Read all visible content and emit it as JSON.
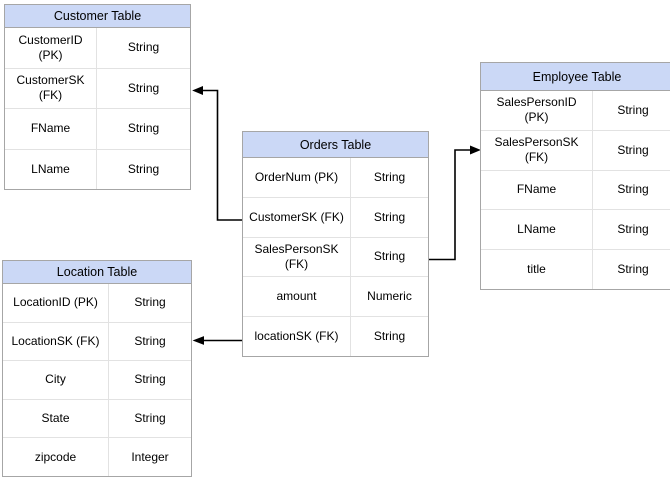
{
  "diagram": {
    "background": "#ffffff",
    "colors": {
      "header_fill": "#cbd8f6",
      "table_border": "#a6a6a6",
      "grid_line": "#e2e2e2",
      "connector": "#000000",
      "text": "#000000"
    },
    "tables": [
      {
        "id": "customer",
        "title": "Customer Table",
        "fields": [
          {
            "name": "CustomerID (PK)",
            "type": "String"
          },
          {
            "name": "CustomerSK\n(FK)",
            "type": "String"
          },
          {
            "name": "FName",
            "type": "String"
          },
          {
            "name": "LName",
            "type": "String"
          }
        ]
      },
      {
        "id": "orders",
        "title": "Orders Table",
        "fields": [
          {
            "name": "OrderNum (PK)",
            "type": "String"
          },
          {
            "name": "CustomerSK (FK)",
            "type": "String"
          },
          {
            "name": "SalesPersonSK\n(FK)",
            "type": "String"
          },
          {
            "name": "amount",
            "type": "Numeric"
          },
          {
            "name": "locationSK (FK)",
            "type": "String"
          }
        ]
      },
      {
        "id": "employee",
        "title": "Employee Table",
        "fields": [
          {
            "name": "SalesPersonID (PK)",
            "type": "String"
          },
          {
            "name": "SalesPersonSK\n(FK)",
            "type": "String"
          },
          {
            "name": "FName",
            "type": "String"
          },
          {
            "name": "LName",
            "type": "String"
          },
          {
            "name": "title",
            "type": "String"
          }
        ]
      },
      {
        "id": "location",
        "title": "Location Table",
        "fields": [
          {
            "name": "LocationID (PK)",
            "type": "String"
          },
          {
            "name": "LocationSK (FK)",
            "type": "String"
          },
          {
            "name": "City",
            "type": "String"
          },
          {
            "name": "State",
            "type": "String"
          },
          {
            "name": "zipcode",
            "type": "Integer"
          }
        ]
      }
    ],
    "relationships": [
      {
        "from": "Orders Table.CustomerSK (FK)",
        "to": "Customer Table.CustomerSK (FK)"
      },
      {
        "from": "Orders Table.SalesPersonSK (FK)",
        "to": "Employee Table.SalesPersonSK (FK)"
      },
      {
        "from": "Orders Table.locationSK (FK)",
        "to": "Location Table.LocationSK (FK)"
      }
    ]
  }
}
